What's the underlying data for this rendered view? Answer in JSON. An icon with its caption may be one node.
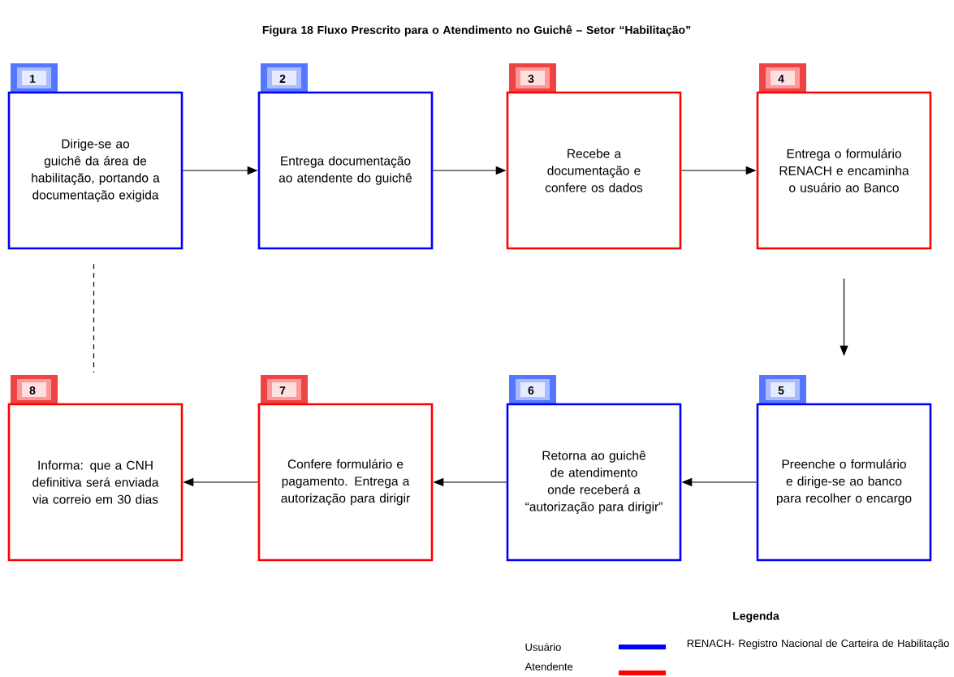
{
  "diagram": {
    "title": "Figura 18 Fluxo Prescrito para o Atendimento no Guichê – Setor “Habilitação”",
    "nodes": [
      {
        "text": [
          "1",
          "Dirige-se ao guichê da área de habilitação, portando a documentação exigida"
        ]
      },
      {
        "text": [
          "2",
          "Entrega documentação ao atendente do guichê"
        ]
      },
      {
        "text": [
          "3",
          "Recebe a documentação e confere os dados"
        ]
      },
      {
        "text": [
          "4",
          "Entrega o formulário RENACH e encaminha o usuário ao Banco"
        ]
      },
      {
        "text": [
          "5",
          "Preenche o formulário e dirige-se ao banco para recolher o encargo"
        ]
      },
      {
        "text": [
          "6",
          "Retorna ao guichê de atendimento onde receberá a “autorização para dirigir”"
        ]
      },
      {
        "text": [
          "7",
          "Confere formulário e pagamento. Entrega a autorização para dirigir"
        ]
      },
      {
        "text": [
          "8",
          "Informa: que a CNH definitiva será enviada via correio em 30 dias"
        ]
      }
    ],
    "edges": [
      {
        "from": 0,
        "to": 1,
        "arrow": "to"
      },
      {
        "from": 1,
        "to": 2,
        "arrow": "to"
      },
      {
        "from": 2,
        "to": 3,
        "arrow": "to"
      },
      {
        "from": 3,
        "to": 4,
        "arrow": "to"
      },
      {
        "from": 4,
        "to": 5,
        "arrow": "to"
      },
      {
        "from": 5,
        "to": 6,
        "arrow": "to"
      },
      {
        "from": 6,
        "to": 7,
        "arrow": "to"
      },
      {
        "from": 0,
        "to": 7,
        "arrow": "none",
        "style": "dashed"
      }
    ],
    "labels": [
      "Legenda",
      "RENACH- Registro Nacional de Carteira de Habilitação"
    ],
    "legend": [
      {
        "text": "Usuário",
        "color": "#0000ff"
      },
      {
        "text": "Atendente",
        "color": "#ff0000"
      }
    ]
  }
}
